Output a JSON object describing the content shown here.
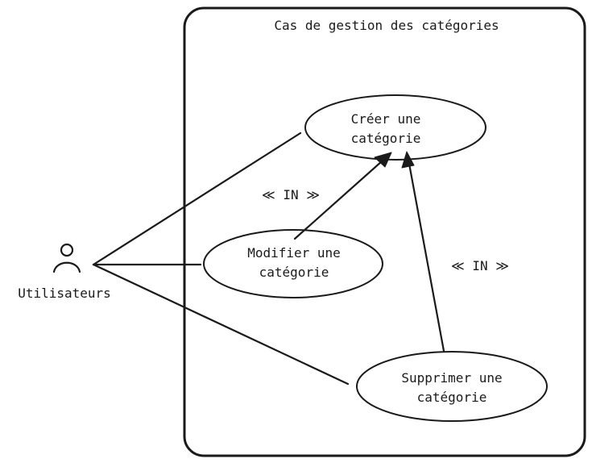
{
  "system": {
    "title": "Cas de gestion des catégories"
  },
  "actor": {
    "name": "Utilisateurs",
    "icon": "person-icon"
  },
  "use_cases": {
    "create": {
      "line1": "Créer une",
      "line2": "catégorie"
    },
    "modify": {
      "line1": "Modifier une",
      "line2": "catégorie"
    },
    "delete": {
      "line1": "Supprimer une",
      "line2": "catégorie"
    }
  },
  "relations": {
    "modify_to_create": "≪ IN ≫",
    "delete_to_create": "≪ IN ≫"
  }
}
